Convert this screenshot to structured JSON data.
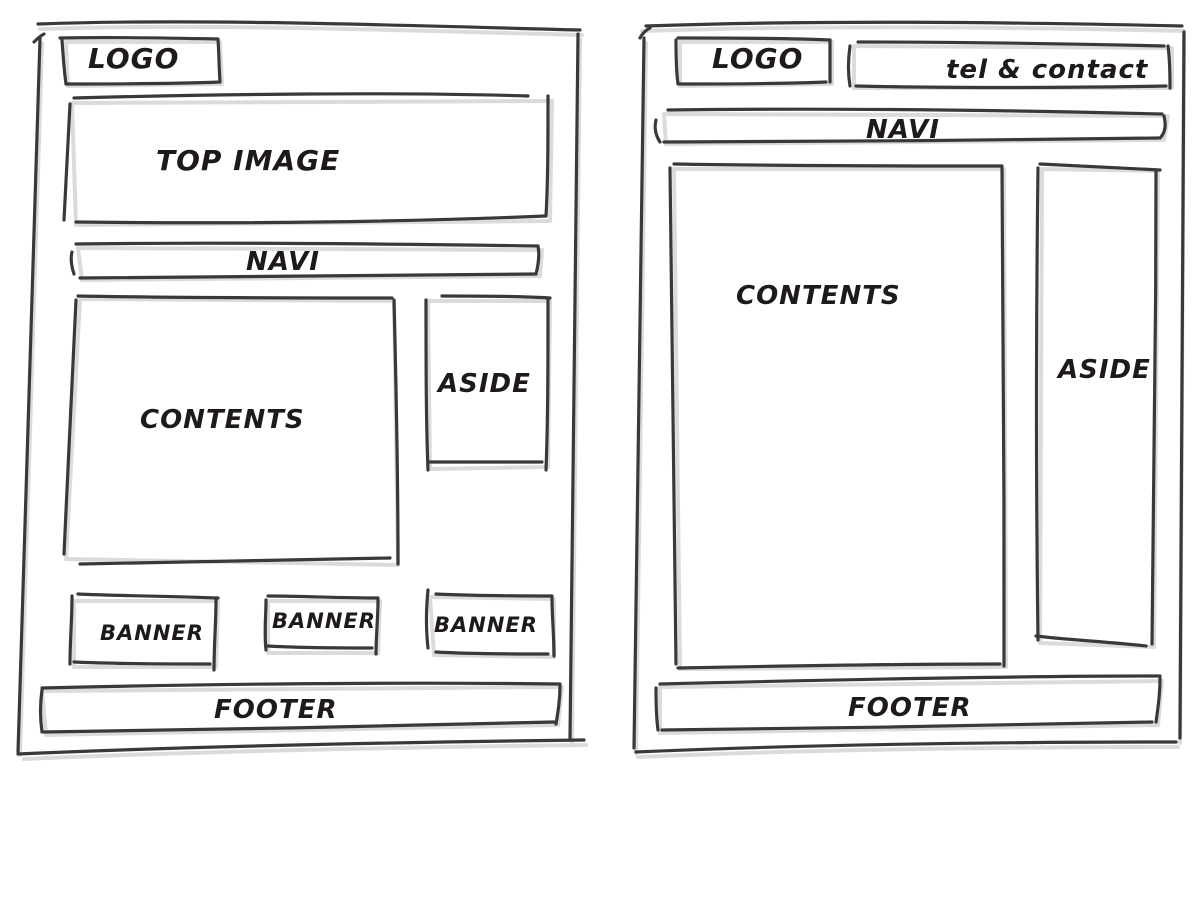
{
  "left_layout": {
    "logo": "LOGO",
    "top_image": "TOP IMAGE",
    "navi": "NAVI",
    "contents": "CONTENTS",
    "aside": "ASIDE",
    "banners": [
      "BANNER",
      "BANNER",
      "BANNER"
    ],
    "footer": "FOOTER"
  },
  "right_layout": {
    "logo": "LOGO",
    "tel_contact": "tel & contact",
    "navi": "NAVI",
    "contents": "CONTENTS",
    "aside": "ASIDE",
    "footer": "FOOTER"
  },
  "colors": {
    "stroke": "#3b3838",
    "text": "#1e1a1a",
    "background": "#ffffff"
  }
}
